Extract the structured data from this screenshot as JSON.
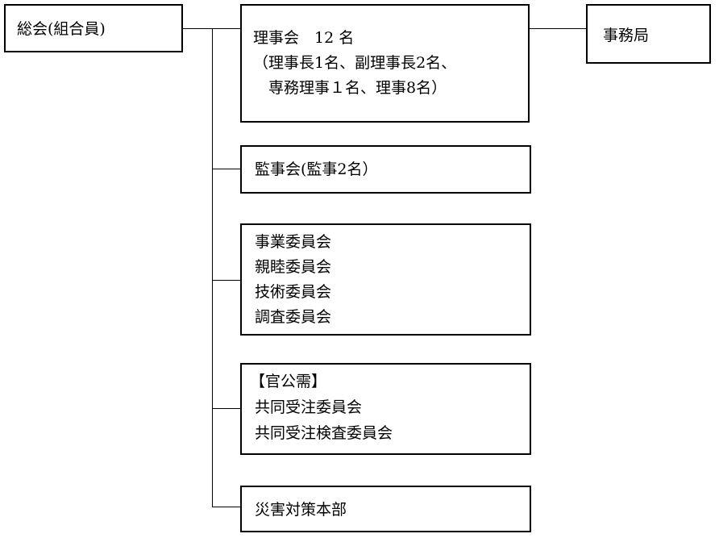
{
  "general_assembly": "総会(組合員)",
  "board": {
    "line1": "理事会　12 名",
    "line2": "（理事長1名、副理事長2名、",
    "line3": "　専務理事１名、理事8名）"
  },
  "secretariat": "事務局",
  "auditors": "監事会(監事2名）",
  "committees": [
    "事業委員会",
    "親睦委員会",
    "技術委員会",
    "調査委員会"
  ],
  "public_demand": {
    "header": "【官公需】",
    "items": [
      "共同受注委員会",
      "共同受注検査委員会"
    ]
  },
  "disaster": "災害対策本部"
}
